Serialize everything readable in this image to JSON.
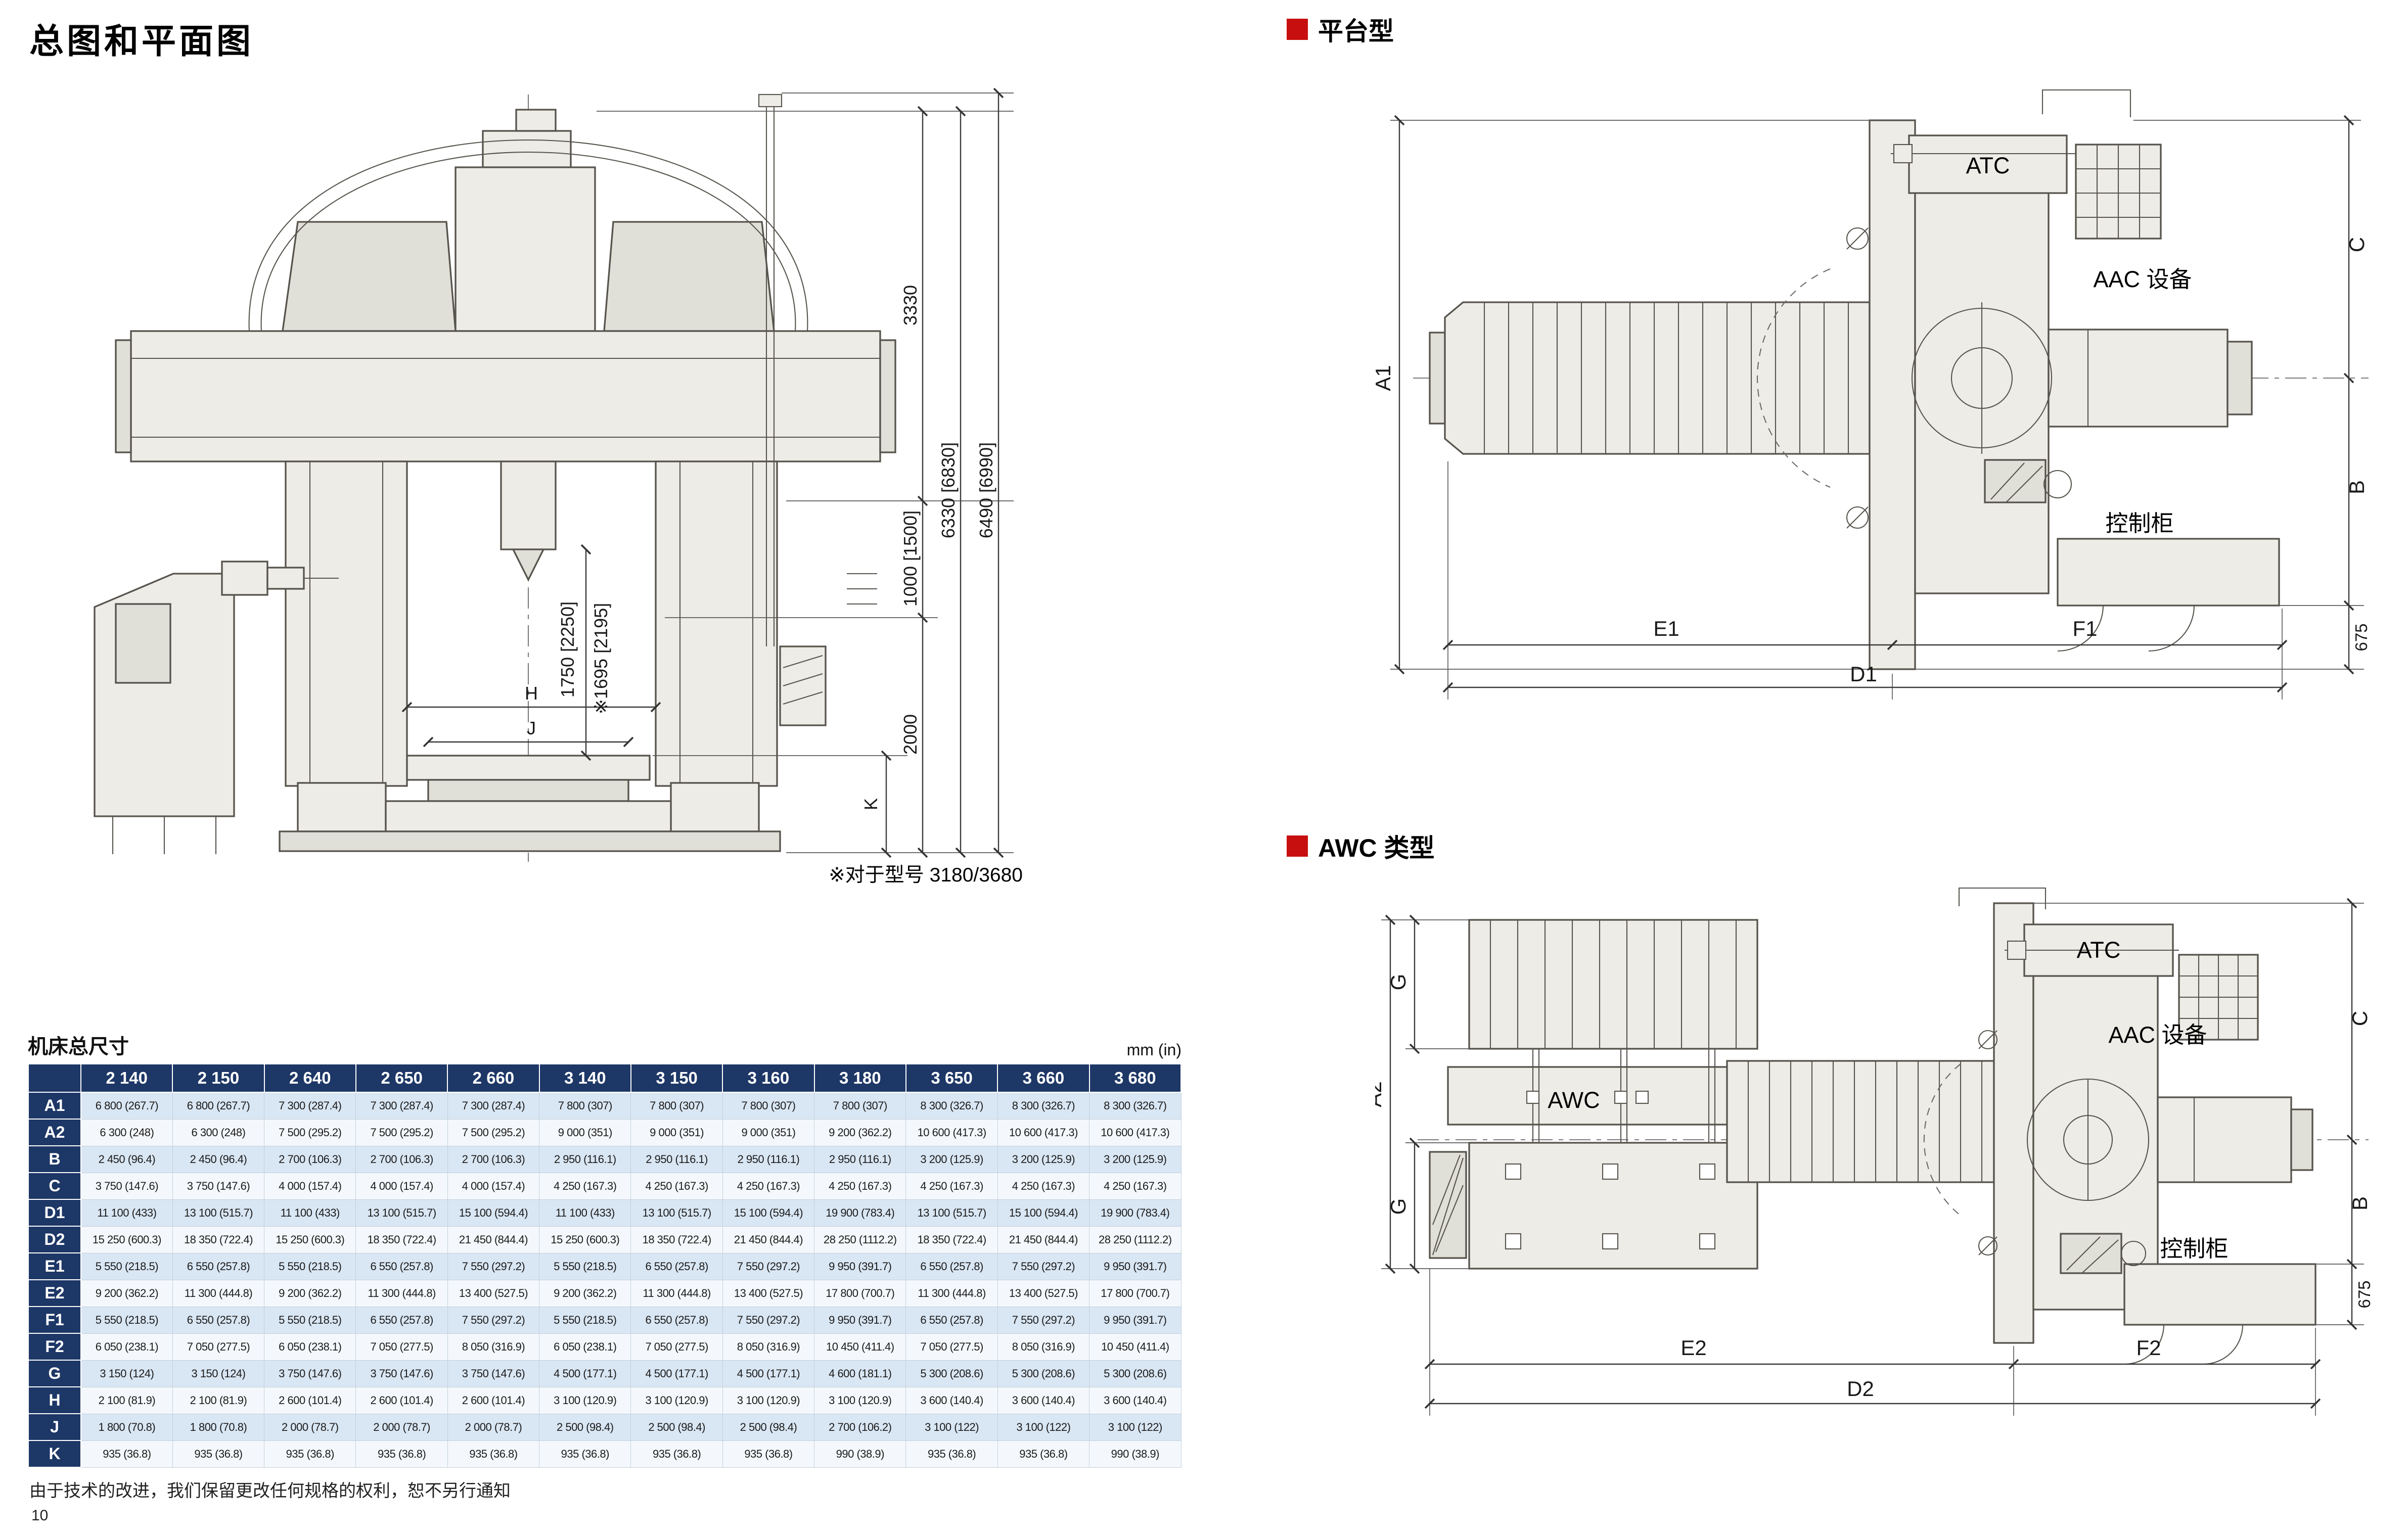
{
  "page": {
    "title": "总图和平面图",
    "footer_note": "由于技术的改进，我们保留更改任何规格的权利，恕不另行通知",
    "page_number": "10"
  },
  "sections": {
    "platform": {
      "label": "平台型"
    },
    "awc": {
      "label": "AWC 类型"
    }
  },
  "front_view": {
    "dim_3330": "3330",
    "dim_6330": "6330 [6830]",
    "dim_6490": "6490 [6990]",
    "dim_1000": "1000 [1500]",
    "dim_1750": "1750 [2250]",
    "dim_1695": "※1695 [2195]",
    "dim_2000": "2000",
    "dim_H": "H",
    "dim_J": "J",
    "dim_K": "K",
    "footnote": "※对于型号 3180/3680"
  },
  "platform_view": {
    "atc": "ATC",
    "aac": "AAC 设备",
    "cabinet": "控制柜",
    "dim_A1": "A1",
    "dim_B": "B",
    "dim_C": "C",
    "dim_675": "675",
    "dim_E1": "E1",
    "dim_F1": "F1",
    "dim_D1": "D1"
  },
  "awc_view": {
    "atc": "ATC",
    "aac": "AAC 设备",
    "awc_label": "AWC",
    "cabinet": "控制柜",
    "dim_G_top": "G",
    "dim_A2": "A2",
    "dim_G_bottom": "G",
    "dim_B": "B",
    "dim_C": "C",
    "dim_675": "675",
    "dim_E2": "E2",
    "dim_F2": "F2",
    "dim_D2": "D2"
  },
  "table": {
    "title": "机床总尺寸",
    "unit": "mm (in)",
    "columns": [
      "2 140",
      "2 150",
      "2 640",
      "2 650",
      "2 660",
      "3 140",
      "3 150",
      "3 160",
      "3 180",
      "3 650",
      "3 660",
      "3 680"
    ],
    "rows": [
      {
        "label": "A1",
        "values": [
          "6 800 (267.7)",
          "6 800 (267.7)",
          "7 300 (287.4)",
          "7 300 (287.4)",
          "7 300 (287.4)",
          "7 800 (307)",
          "7 800 (307)",
          "7 800 (307)",
          "7 800 (307)",
          "8 300 (326.7)",
          "8 300 (326.7)",
          "8 300 (326.7)"
        ]
      },
      {
        "label": "A2",
        "values": [
          "6 300 (248)",
          "6 300 (248)",
          "7 500 (295.2)",
          "7 500 (295.2)",
          "7 500 (295.2)",
          "9 000 (351)",
          "9 000 (351)",
          "9 000 (351)",
          "9 200 (362.2)",
          "10 600 (417.3)",
          "10 600 (417.3)",
          "10 600 (417.3)"
        ]
      },
      {
        "label": "B",
        "values": [
          "2 450 (96.4)",
          "2 450 (96.4)",
          "2 700 (106.3)",
          "2 700 (106.3)",
          "2 700 (106.3)",
          "2 950 (116.1)",
          "2 950 (116.1)",
          "2 950 (116.1)",
          "2 950 (116.1)",
          "3 200 (125.9)",
          "3 200 (125.9)",
          "3 200 (125.9)"
        ]
      },
      {
        "label": "C",
        "values": [
          "3 750 (147.6)",
          "3 750 (147.6)",
          "4 000 (157.4)",
          "4 000 (157.4)",
          "4 000 (157.4)",
          "4 250 (167.3)",
          "4 250 (167.3)",
          "4 250 (167.3)",
          "4 250 (167.3)",
          "4 250 (167.3)",
          "4 250 (167.3)",
          "4 250 (167.3)"
        ]
      },
      {
        "label": "D1",
        "values": [
          "11 100 (433)",
          "13 100 (515.7)",
          "11 100 (433)",
          "13 100 (515.7)",
          "15 100 (594.4)",
          "11 100 (433)",
          "13 100 (515.7)",
          "15 100 (594.4)",
          "19 900 (783.4)",
          "13 100 (515.7)",
          "15 100 (594.4)",
          "19 900 (783.4)"
        ]
      },
      {
        "label": "D2",
        "values": [
          "15 250 (600.3)",
          "18 350 (722.4)",
          "15 250 (600.3)",
          "18 350 (722.4)",
          "21 450 (844.4)",
          "15 250 (600.3)",
          "18 350 (722.4)",
          "21 450 (844.4)",
          "28 250 (1112.2)",
          "18 350 (722.4)",
          "21 450 (844.4)",
          "28 250 (1112.2)"
        ]
      },
      {
        "label": "E1",
        "values": [
          "5 550 (218.5)",
          "6 550 (257.8)",
          "5 550 (218.5)",
          "6 550 (257.8)",
          "7 550 (297.2)",
          "5 550 (218.5)",
          "6 550 (257.8)",
          "7 550 (297.2)",
          "9 950 (391.7)",
          "6 550 (257.8)",
          "7 550 (297.2)",
          "9 950 (391.7)"
        ]
      },
      {
        "label": "E2",
        "values": [
          "9 200 (362.2)",
          "11 300 (444.8)",
          "9 200 (362.2)",
          "11 300 (444.8)",
          "13 400 (527.5)",
          "9 200 (362.2)",
          "11 300 (444.8)",
          "13 400 (527.5)",
          "17 800 (700.7)",
          "11 300 (444.8)",
          "13 400 (527.5)",
          "17 800 (700.7)"
        ]
      },
      {
        "label": "F1",
        "values": [
          "5 550 (218.5)",
          "6 550 (257.8)",
          "5 550 (218.5)",
          "6 550 (257.8)",
          "7 550 (297.2)",
          "5 550 (218.5)",
          "6 550 (257.8)",
          "7 550 (297.2)",
          "9 950 (391.7)",
          "6 550 (257.8)",
          "7 550 (297.2)",
          "9 950 (391.7)"
        ]
      },
      {
        "label": "F2",
        "values": [
          "6 050 (238.1)",
          "7 050 (277.5)",
          "6 050 (238.1)",
          "7 050 (277.5)",
          "8 050 (316.9)",
          "6 050 (238.1)",
          "7 050 (277.5)",
          "8 050 (316.9)",
          "10 450 (411.4)",
          "7 050 (277.5)",
          "8 050 (316.9)",
          "10 450 (411.4)"
        ]
      },
      {
        "label": "G",
        "values": [
          "3 150 (124)",
          "3 150 (124)",
          "3 750 (147.6)",
          "3 750 (147.6)",
          "3 750 (147.6)",
          "4 500 (177.1)",
          "4 500 (177.1)",
          "4 500 (177.1)",
          "4 600 (181.1)",
          "5 300 (208.6)",
          "5 300 (208.6)",
          "5 300 (208.6)"
        ]
      },
      {
        "label": "H",
        "values": [
          "2 100 (81.9)",
          "2 100 (81.9)",
          "2 600 (101.4)",
          "2 600 (101.4)",
          "2 600 (101.4)",
          "3 100 (120.9)",
          "3 100 (120.9)",
          "3 100 (120.9)",
          "3 100 (120.9)",
          "3 600 (140.4)",
          "3 600 (140.4)",
          "3 600 (140.4)"
        ]
      },
      {
        "label": "J",
        "values": [
          "1 800 (70.8)",
          "1 800 (70.8)",
          "2 000 (78.7)",
          "2 000 (78.7)",
          "2 000 (78.7)",
          "2 500 (98.4)",
          "2 500 (98.4)",
          "2 500 (98.4)",
          "2 700 (106.2)",
          "3 100 (122)",
          "3 100 (122)",
          "3 100 (122)"
        ]
      },
      {
        "label": "K",
        "values": [
          "935 (36.8)",
          "935 (36.8)",
          "935 (36.8)",
          "935 (36.8)",
          "935 (36.8)",
          "935 (36.8)",
          "935 (36.8)",
          "935 (36.8)",
          "990 (38.9)",
          "935 (36.8)",
          "935 (36.8)",
          "990 (38.9)"
        ]
      }
    ]
  }
}
